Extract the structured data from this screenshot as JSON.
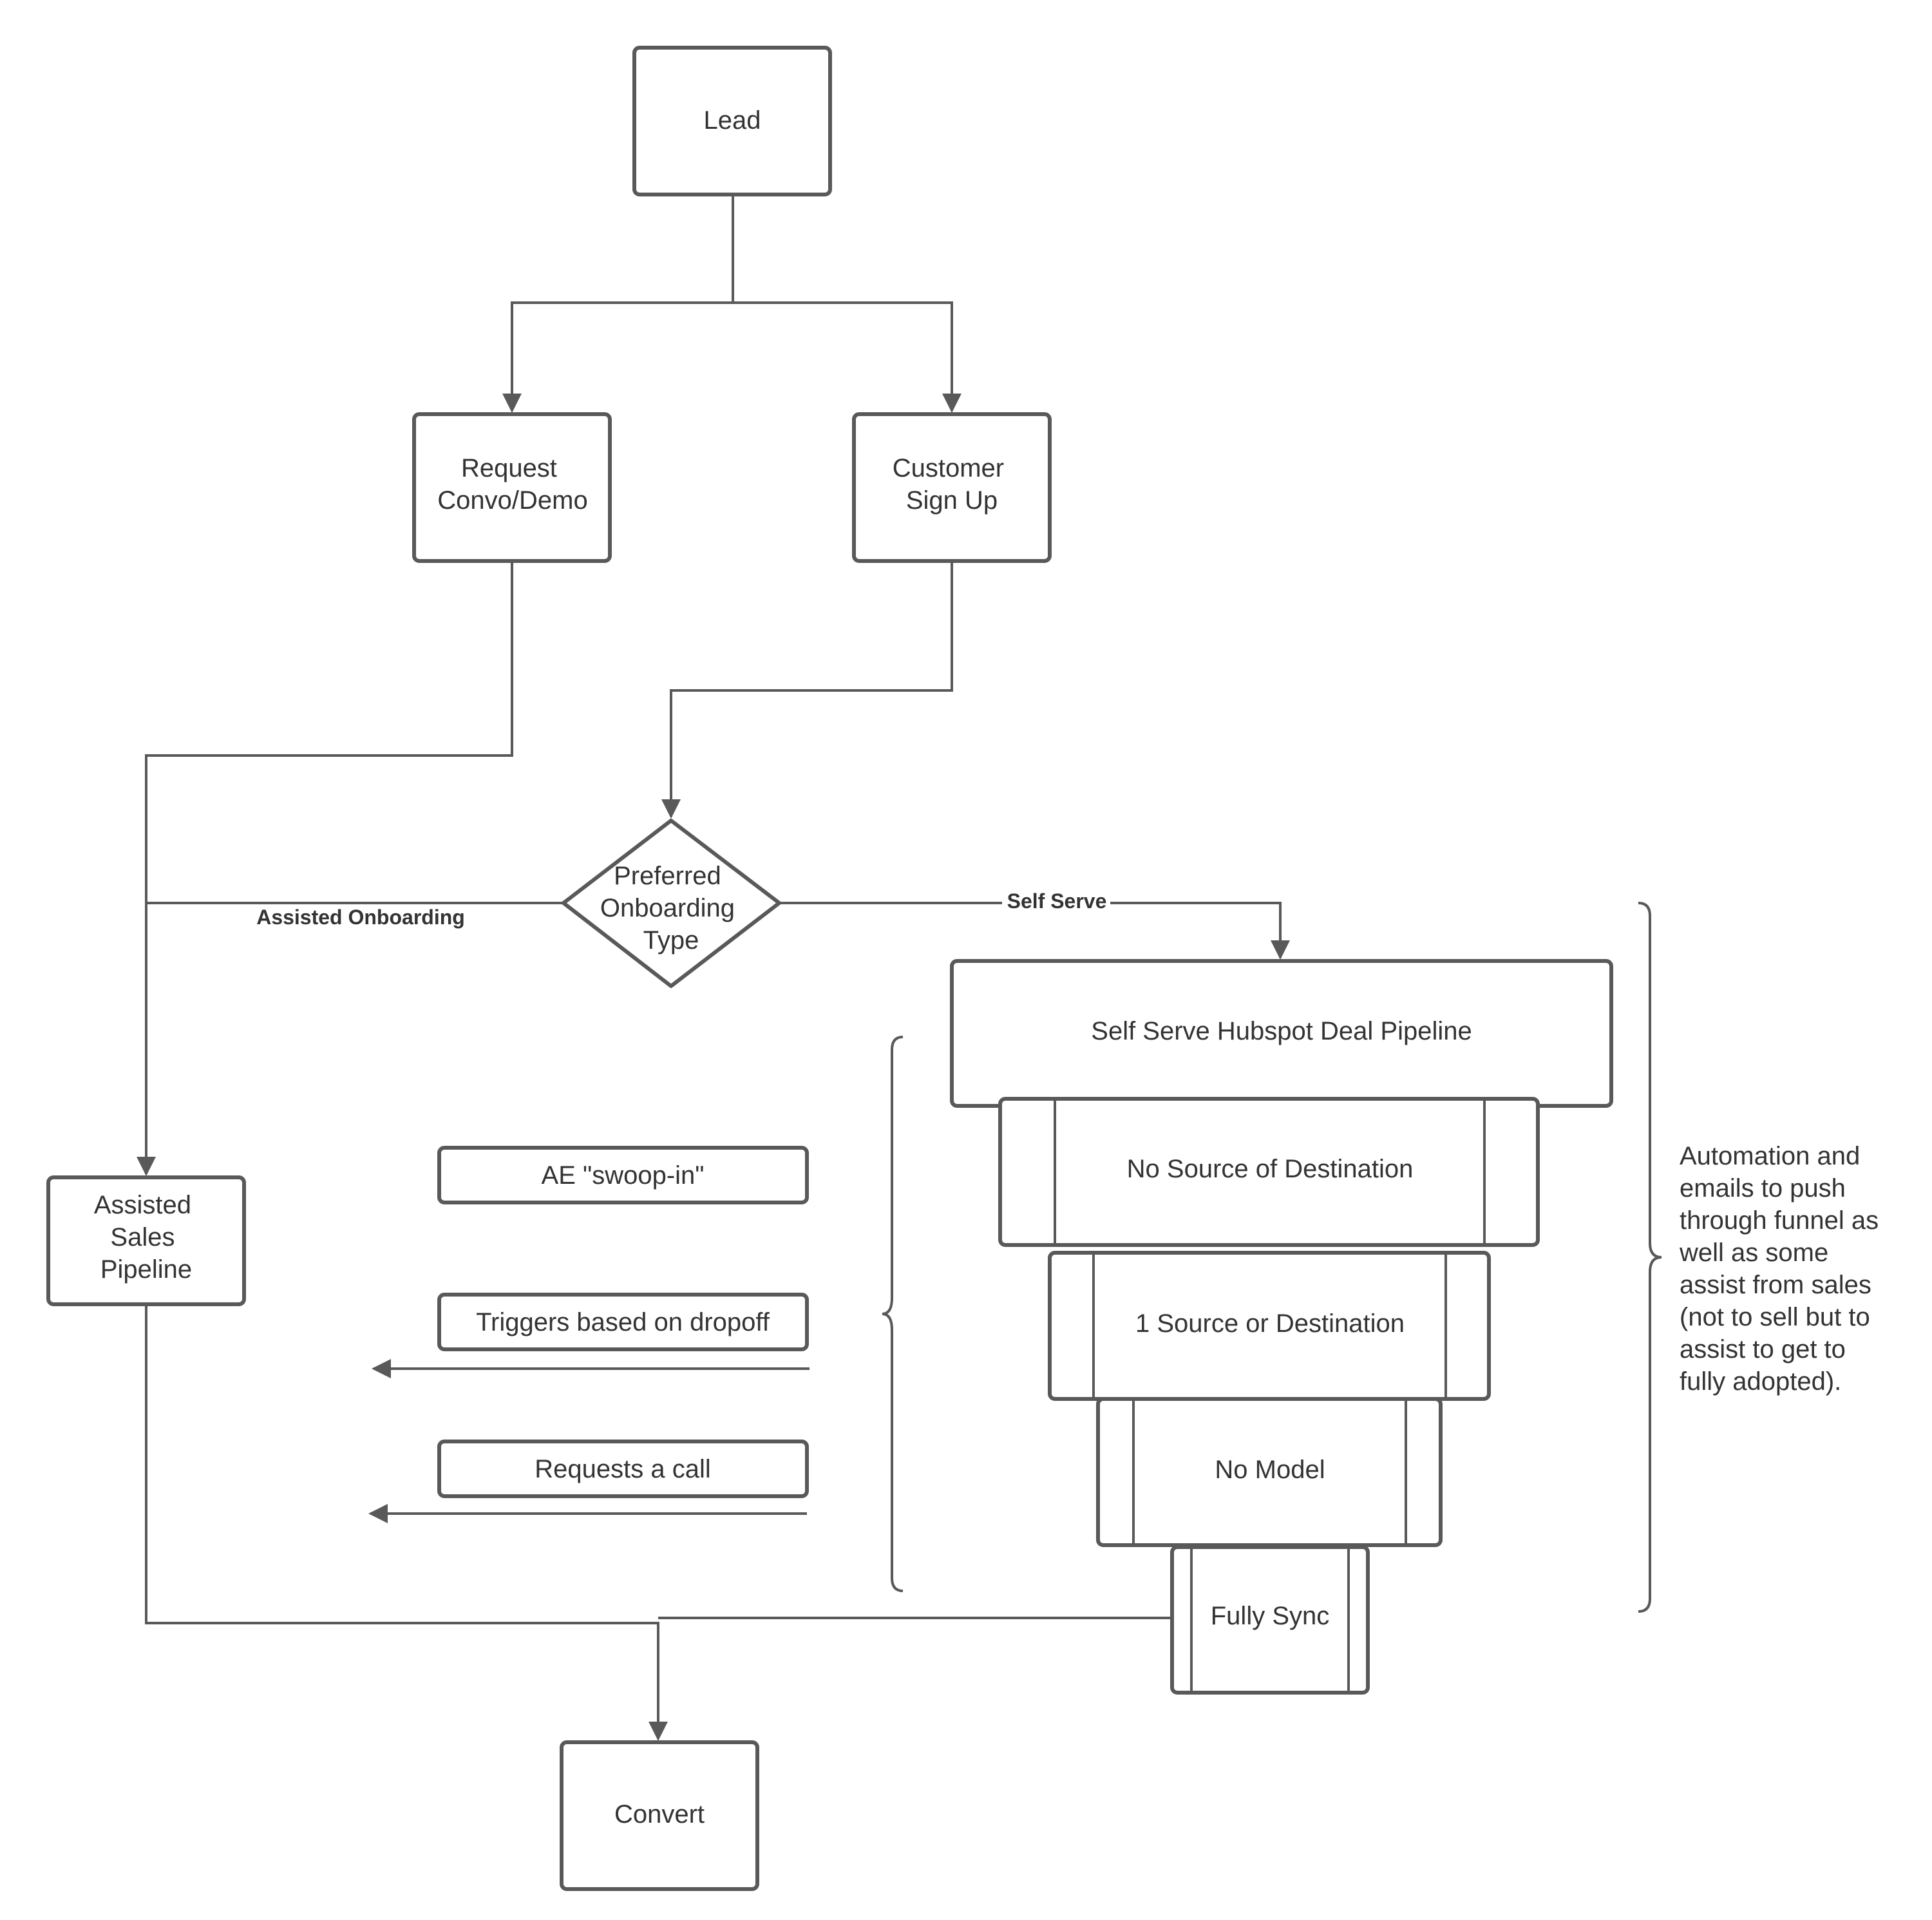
{
  "nodes": {
    "lead": "Lead",
    "request": [
      "Request",
      "Convo/Demo"
    ],
    "signup": [
      "Customer",
      "Sign Up"
    ],
    "preferred": [
      "Preferred",
      "Onboarding",
      "Type"
    ],
    "assisted": [
      "Assisted",
      "Sales",
      "Pipeline"
    ],
    "selfserve_pipeline": "Self Serve Hubspot Deal Pipeline",
    "no_source": "No Source of Destination",
    "one_source": "1 Source or Destination",
    "no_model": "No Model",
    "fully_sync": "Fully Sync",
    "convert": "Convert",
    "swoop": "AE \"swoop-in\"",
    "triggers": "Triggers based on dropoff",
    "requests_call": "Requests a call"
  },
  "edges": {
    "assisted_onboarding": "Assisted Onboarding",
    "self_serve": "Self Serve"
  },
  "note": [
    "Automation and",
    "emails to push",
    "through funnel as",
    "well as some",
    "assist from sales",
    "(not to sell but to",
    "assist to get to",
    "fully adopted)."
  ],
  "colors": {
    "stroke": "#595959",
    "text": "#333333",
    "background": "#ffffff"
  }
}
